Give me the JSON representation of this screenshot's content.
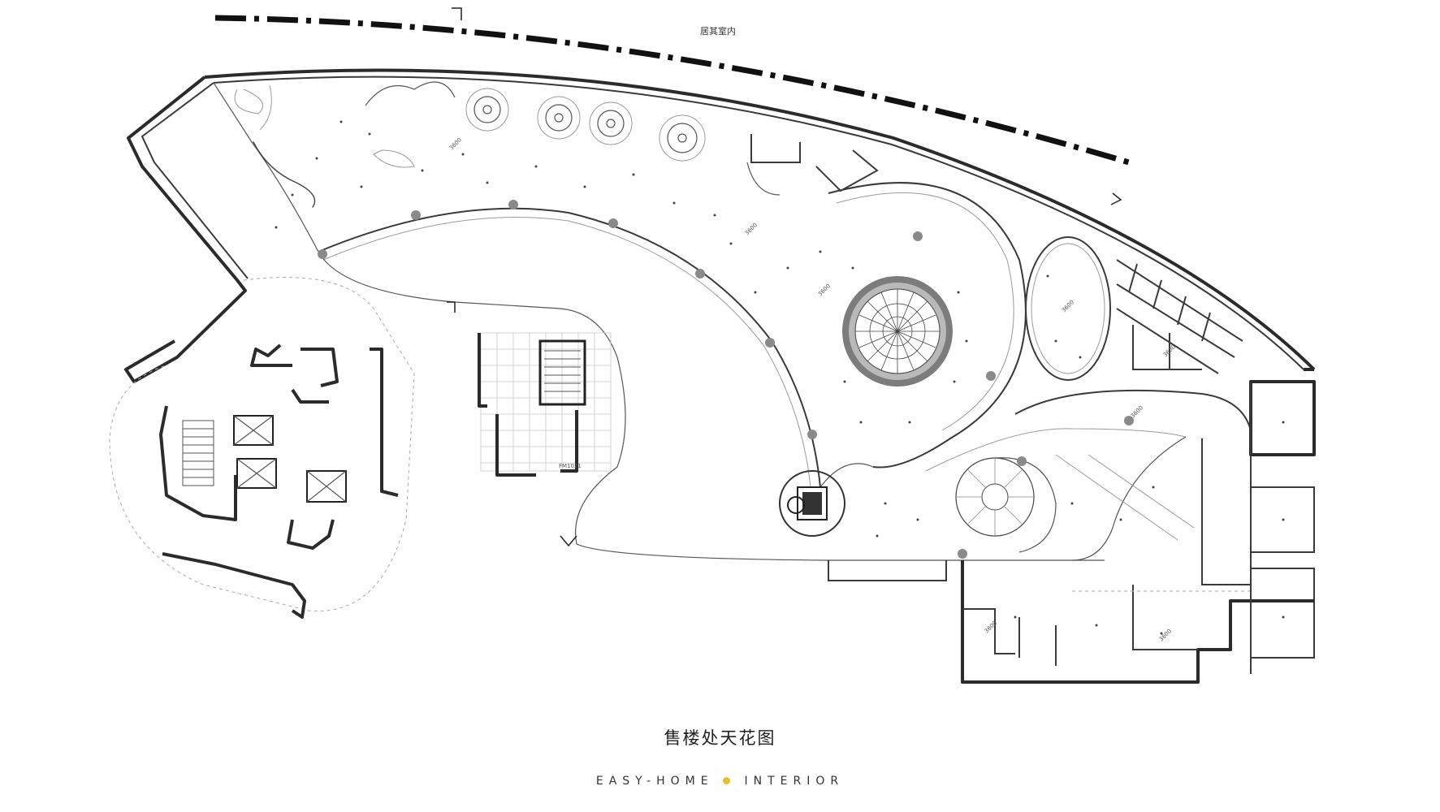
{
  "drawing": {
    "title": "售楼处天花图",
    "boundary_label": "居其室内",
    "room_labels": [
      "3600",
      "3600",
      "3600",
      "3600",
      "3600",
      "3600",
      "3600",
      "3600"
    ],
    "door_tag": "FM1021"
  },
  "brand": {
    "left": "EASY-HOME",
    "right": "INTERIOR",
    "accent_color": "#e4c02a"
  },
  "colors": {
    "wall": "#2b2b2b",
    "boundary": "#111111",
    "background": "#ffffff"
  }
}
